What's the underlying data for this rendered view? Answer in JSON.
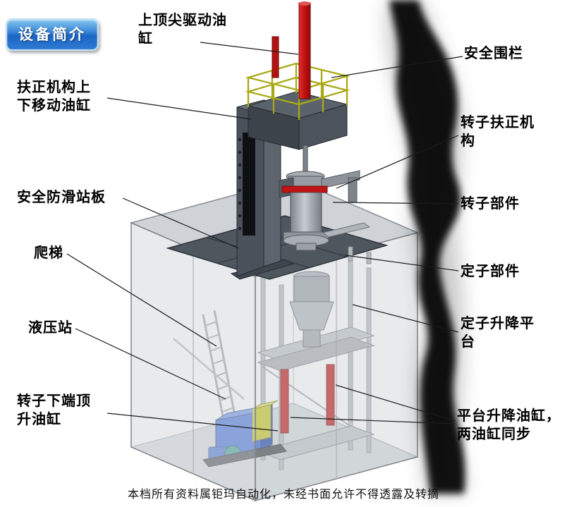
{
  "title_badge": {
    "label": "设备简介"
  },
  "labels": [
    {
      "name": "top-spindle-cylinder",
      "text": "上顶尖驱动油\n缸"
    },
    {
      "name": "safety-fence",
      "text": "安全围栏"
    },
    {
      "name": "centering-mechanism-cylinder",
      "text": "扶正机构上\n下移动油缸"
    },
    {
      "name": "rotor-centering-mechanism",
      "text": "转子扶正机\n构"
    },
    {
      "name": "anti-slip-platform",
      "text": "安全防滑站板"
    },
    {
      "name": "rotor-component",
      "text": "转子部件"
    },
    {
      "name": "ladder",
      "text": "爬梯"
    },
    {
      "name": "stator-component",
      "text": "定子部件"
    },
    {
      "name": "hydraulic-station",
      "text": "液压站"
    },
    {
      "name": "stator-lift-platform",
      "text": "定子升降平\n台"
    },
    {
      "name": "rotor-bottom-jack-cylinder",
      "text": "转子下端顶\n升油缸"
    },
    {
      "name": "platform-lift-cylinders",
      "text": "平台升降油缸，\n两油缸同步"
    }
  ],
  "footer": {
    "text": "本档所有资料属钜玛自动化，未经书面允许不得透露及转摘"
  },
  "colors": {
    "badge_blue_light": "#85c6ee",
    "badge_blue": "#1a66c4",
    "cylinder_red": "#c01414",
    "railing_yellow": "#a9a918",
    "hydraulic_blue": "#2f62d8",
    "pump_yellow": "#c9c922",
    "motor_teal": "#2a9a8a",
    "platform_gray": "#4e565e",
    "enclosure_gray": "#cfd3d7",
    "leader_line": "#1c1c1c"
  }
}
